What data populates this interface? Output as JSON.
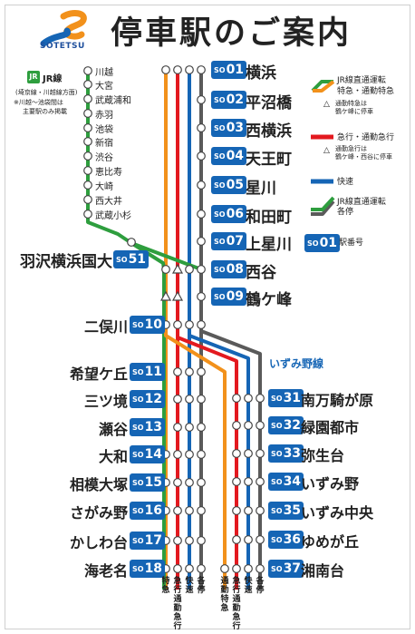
{
  "header": {
    "brand": "SOTETSU",
    "title": "停車駅のご案内"
  },
  "colors": {
    "jr_green": "#2e9e3e",
    "orange": "#f2911b",
    "red": "#e3191f",
    "blue": "#1565b5",
    "gray": "#5a5a5a",
    "code_blue": "#1565b5"
  },
  "jr_section": {
    "badge": "JR",
    "title": "JR線",
    "note_1": "(埼京線・川越線方面)",
    "note_2": "※川越〜池袋間は",
    "note_3": "主要駅のみ掲載",
    "stations": [
      "川越",
      "大宮",
      "武蔵浦和",
      "赤羽",
      "池袋",
      "新宿",
      "渋谷",
      "恵比寿",
      "大崎",
      "西大井",
      "武蔵小杉"
    ]
  },
  "main_stations": [
    {
      "code_prefix": "SO",
      "code_num": "01",
      "name": "横浜"
    },
    {
      "code_prefix": "SO",
      "code_num": "02",
      "name": "平沼橋"
    },
    {
      "code_prefix": "SO",
      "code_num": "03",
      "name": "西横浜"
    },
    {
      "code_prefix": "SO",
      "code_num": "04",
      "name": "天王町"
    },
    {
      "code_prefix": "SO",
      "code_num": "05",
      "name": "星川"
    },
    {
      "code_prefix": "SO",
      "code_num": "06",
      "name": "和田町"
    },
    {
      "code_prefix": "SO",
      "code_num": "07",
      "name": "上星川"
    },
    {
      "code_prefix": "SO",
      "code_num": "51",
      "name": "羽沢横浜国大"
    },
    {
      "code_prefix": "SO",
      "code_num": "08",
      "name": "西谷"
    },
    {
      "code_prefix": "SO",
      "code_num": "09",
      "name": "鶴ケ峰"
    },
    {
      "code_prefix": "SO",
      "code_num": "10",
      "name": "二俣川"
    },
    {
      "code_prefix": "SO",
      "code_num": "11",
      "name": "希望ケ丘"
    },
    {
      "code_prefix": "SO",
      "code_num": "12",
      "name": "三ツ境"
    },
    {
      "code_prefix": "SO",
      "code_num": "13",
      "name": "瀬谷"
    },
    {
      "code_prefix": "SO",
      "code_num": "14",
      "name": "大和"
    },
    {
      "code_prefix": "SO",
      "code_num": "15",
      "name": "相模大塚"
    },
    {
      "code_prefix": "SO",
      "code_num": "16",
      "name": "さがみ野"
    },
    {
      "code_prefix": "SO",
      "code_num": "17",
      "name": "かしわ台"
    },
    {
      "code_prefix": "SO",
      "code_num": "18",
      "name": "海老名"
    }
  ],
  "izumino_line": {
    "title": "いずみ野線",
    "stations": [
      {
        "code_prefix": "SO",
        "code_num": "31",
        "name": "南万騎が原"
      },
      {
        "code_prefix": "SO",
        "code_num": "32",
        "name": "緑園都市"
      },
      {
        "code_prefix": "SO",
        "code_num": "33",
        "name": "弥生台"
      },
      {
        "code_prefix": "SO",
        "code_num": "34",
        "name": "いずみ野"
      },
      {
        "code_prefix": "SO",
        "code_num": "35",
        "name": "いずみ中央"
      },
      {
        "code_prefix": "SO",
        "code_num": "36",
        "name": "ゆめが丘"
      },
      {
        "code_prefix": "SO",
        "code_num": "37",
        "name": "湘南台"
      }
    ]
  },
  "legend": {
    "jr_through_express_1": "JR線直通運転",
    "jr_through_express_2": "特急・通勤特急",
    "note_express_1": "通勤特急は",
    "note_express_2": "鶴ケ峰に停車",
    "rapid_label": "急行・通勤急行",
    "note_rapid_1": "通勤急行は",
    "note_rapid_2": "鶴ケ峰・西谷に停車",
    "kaisoku_label": "快速",
    "jr_through_local_1": "JR線直通運転",
    "jr_through_local_2": "各停",
    "code_sample_prefix": "SO",
    "code_sample_num": "01",
    "code_caption": "駅番号"
  },
  "bottom_labels": {
    "main": [
      "特急",
      "急行通勤急行",
      "快速",
      "各停"
    ],
    "izumino": [
      "通勤特急",
      "急行通勤急行",
      "快速",
      "各停"
    ]
  }
}
